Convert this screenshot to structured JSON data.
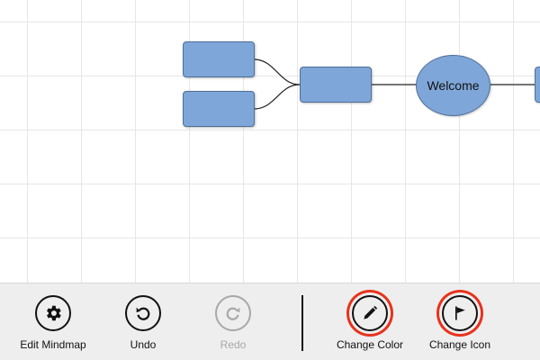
{
  "mindmap": {
    "root_label": "Welcome"
  },
  "appbar": {
    "commands": [
      {
        "id": "edit-mindmap",
        "label": "Edit Mindmap",
        "icon": "gear-icon",
        "enabled": true
      },
      {
        "id": "undo",
        "label": "Undo",
        "icon": "undo-icon",
        "enabled": true
      },
      {
        "id": "redo",
        "label": "Redo",
        "icon": "redo-icon",
        "enabled": false
      },
      {
        "id": "change-color",
        "label": "Change Color",
        "icon": "pencil-icon",
        "enabled": true,
        "highlighted": true
      },
      {
        "id": "change-icon",
        "label": "Change Icon",
        "icon": "flag-icon",
        "enabled": true,
        "highlighted": true
      }
    ]
  },
  "colors": {
    "node_fill": "#7ea6d8",
    "node_border": "#4f6f99",
    "appbar_background": "#eeeeee",
    "highlight_ring": "#e8321c",
    "disabled": "#a8a8a8"
  }
}
